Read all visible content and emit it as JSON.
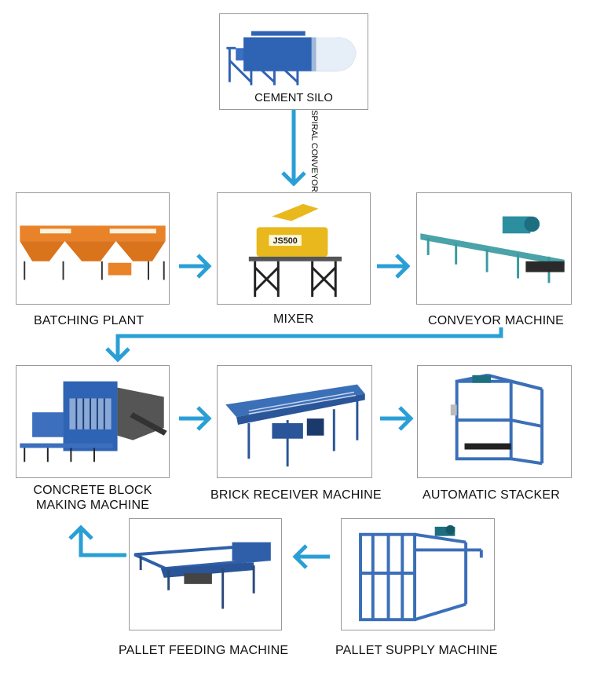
{
  "colors": {
    "arrow": "#2a9fd6",
    "box_border": "#9a9a9a",
    "machine_blue": "#2f63b3",
    "machine_orange": "#e8832a"
  },
  "nodes": {
    "cement_silo": {
      "label": "CEMENT SILO",
      "icon": "silo-icon"
    },
    "batching_plant": {
      "label": "BATCHING PLANT",
      "icon": "batching-plant-icon"
    },
    "mixer": {
      "label": "MIXER",
      "icon": "mixer-icon",
      "badge": "JS500"
    },
    "conveyor_machine": {
      "label": "CONVEYOR MACHINE",
      "icon": "conveyor-icon"
    },
    "concrete_block": {
      "label_line1": "CONCRETE BLOCK",
      "label_line2": "MAKING MACHINE",
      "icon": "block-machine-icon"
    },
    "brick_receiver": {
      "label": "BRICK RECEIVER MACHINE",
      "icon": "brick-receiver-icon"
    },
    "automatic_stacker": {
      "label": "AUTOMATIC STACKER",
      "icon": "stacker-icon"
    },
    "pallet_feeding": {
      "label": "PALLET FEEDING MACHINE",
      "icon": "pallet-feeding-icon"
    },
    "pallet_supply": {
      "label": "PALLET SUPPLY MACHINE",
      "icon": "pallet-supply-icon"
    }
  },
  "edges": {
    "silo_to_mixer": {
      "label": "SPIRAL CONVEYOR"
    }
  }
}
